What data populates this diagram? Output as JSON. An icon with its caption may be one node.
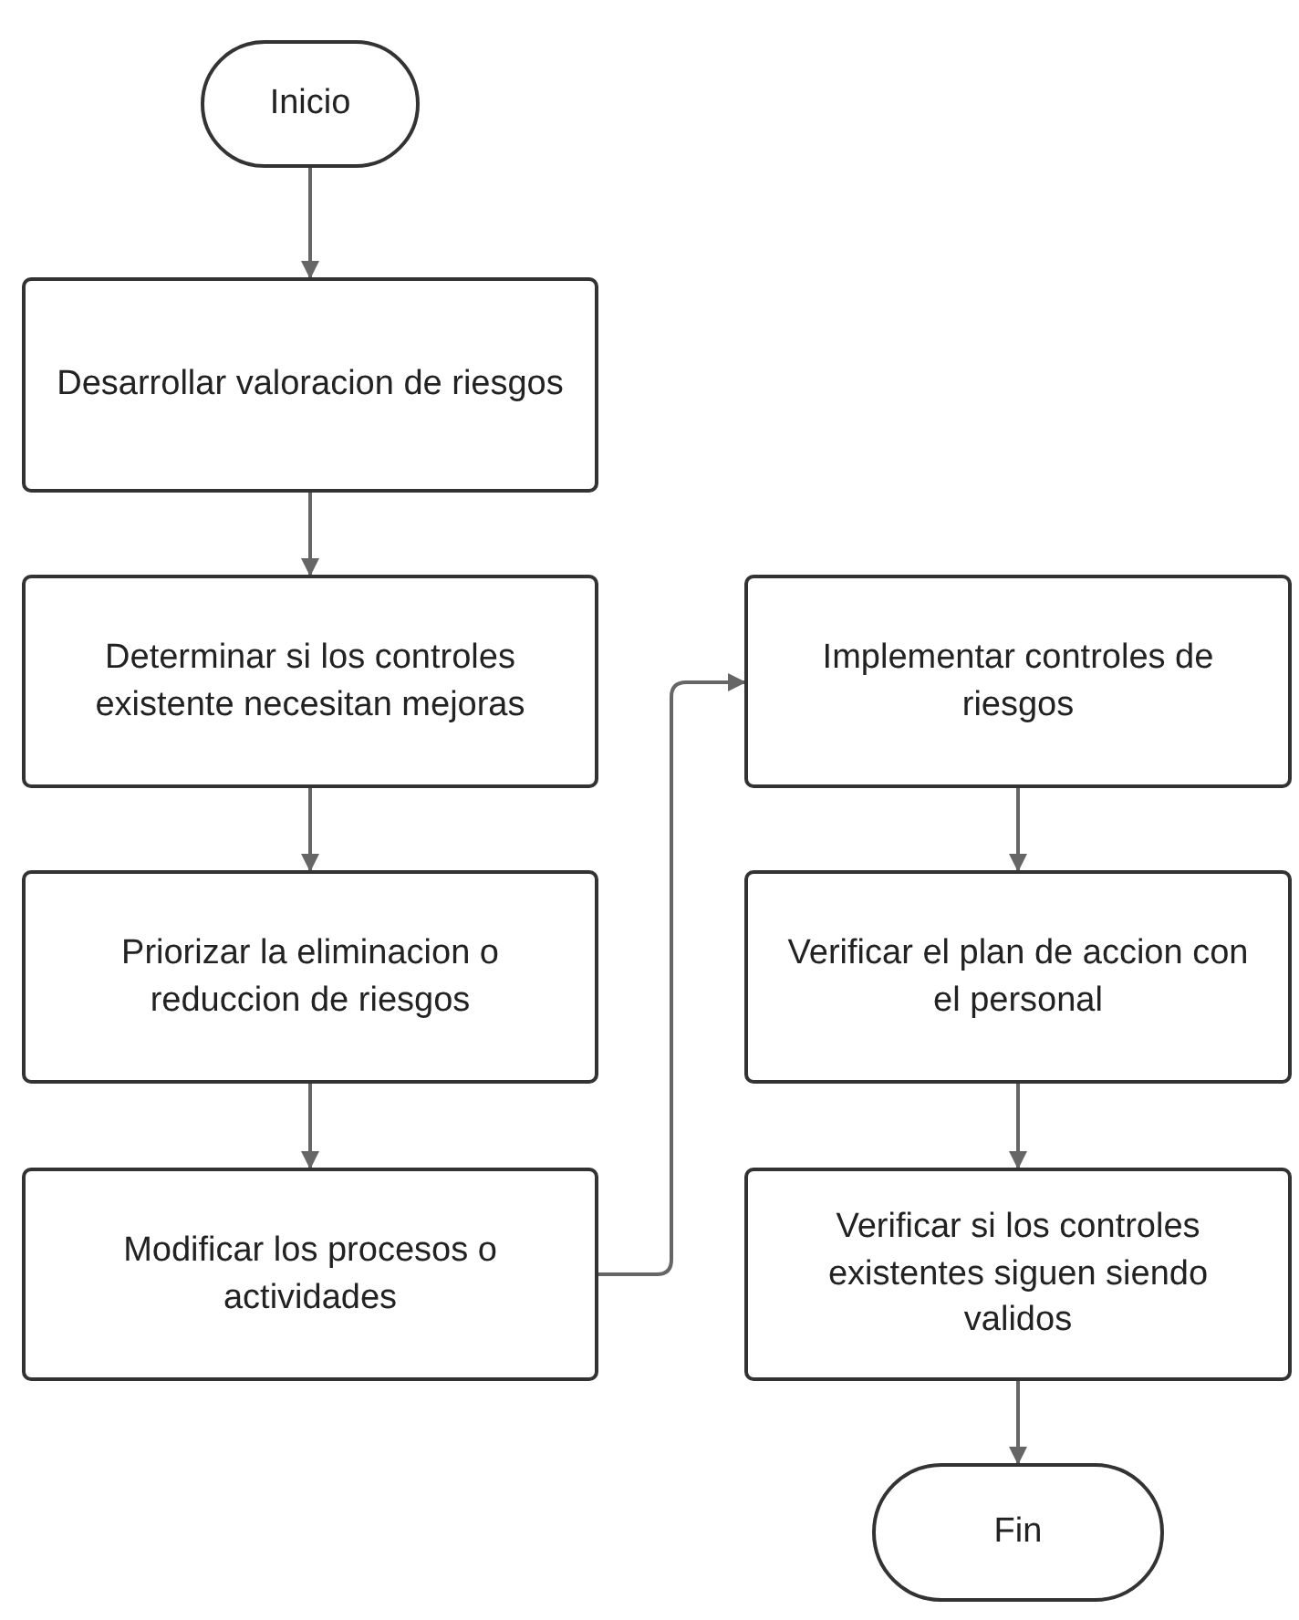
{
  "diagram": {
    "nodes": [
      {
        "text": [
          "Inicio"
        ]
      },
      {
        "text": [
          "Desarrollar valoracion de riesgos"
        ]
      },
      {
        "text": [
          "Determinar si los controles existente necesitan mejoras"
        ]
      },
      {
        "text": [
          "Priorizar la eliminacion o reduccion de riesgos"
        ]
      },
      {
        "text": [
          "Modificar los procesos o actividades"
        ]
      },
      {
        "text": [
          "Implementar controles de riesgos"
        ]
      },
      {
        "text": [
          "Verificar el plan de accion con el personal"
        ]
      },
      {
        "text": [
          "Verificar si los controles existentes siguen siendo validos"
        ]
      },
      {
        "text": [
          "Fin"
        ]
      }
    ],
    "edges": [
      {
        "from": 0,
        "to": 1,
        "arrow": "to"
      },
      {
        "from": 1,
        "to": 2,
        "arrow": "to"
      },
      {
        "from": 2,
        "to": 3,
        "arrow": "to"
      },
      {
        "from": 3,
        "to": 4,
        "arrow": "to"
      },
      {
        "from": 4,
        "to": 5,
        "arrow": "to"
      },
      {
        "from": 5,
        "to": 6,
        "arrow": "to"
      },
      {
        "from": 6,
        "to": 7,
        "arrow": "to"
      },
      {
        "from": 7,
        "to": 8,
        "arrow": "to"
      }
    ]
  }
}
